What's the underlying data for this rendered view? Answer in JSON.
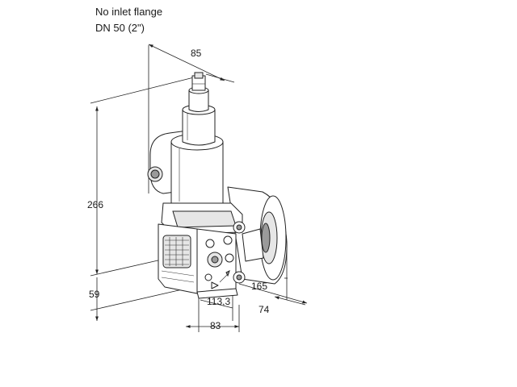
{
  "captions": {
    "line1": "No inlet flange",
    "line2": "DN 50 (2\")"
  },
  "dimensions": {
    "top_width": "85",
    "height_main": "266",
    "height_bottom": "59",
    "flange_offset": "165",
    "width_a": "113,3",
    "width_b": "74",
    "width_c": "83"
  }
}
